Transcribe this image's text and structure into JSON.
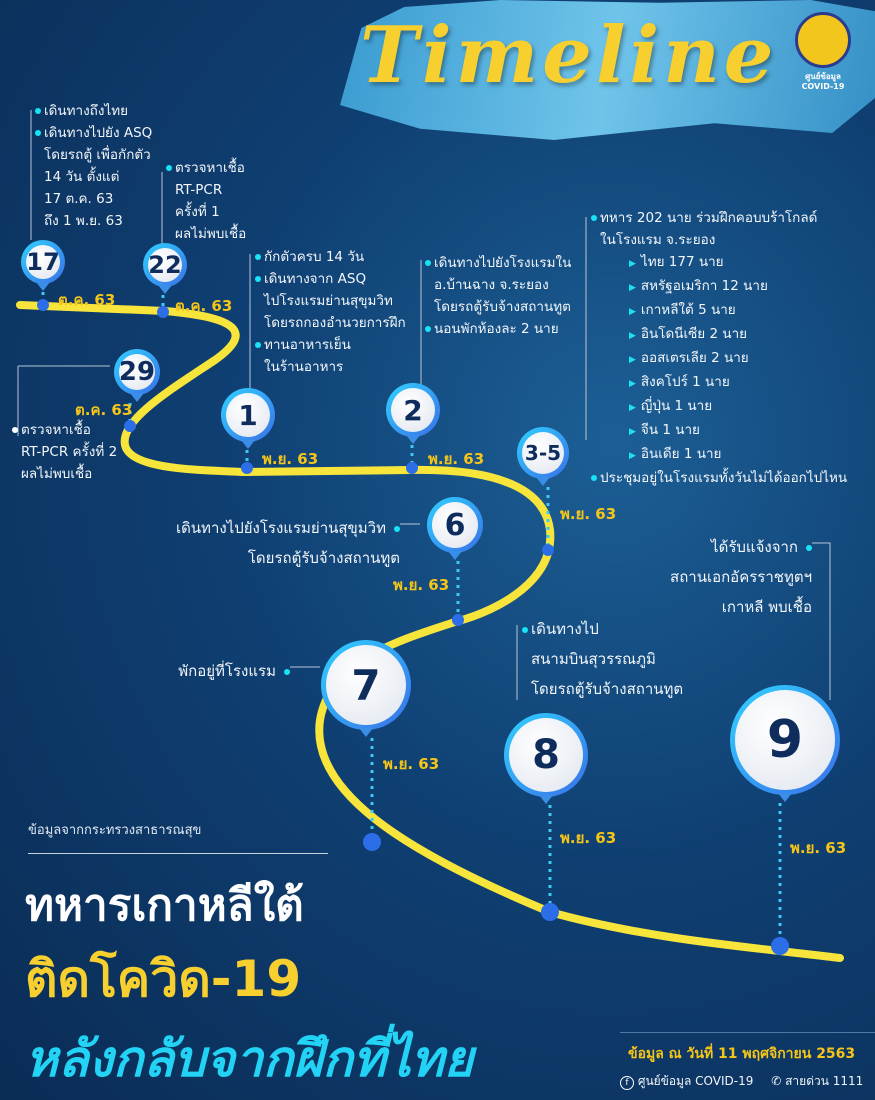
{
  "header": {
    "title": "Timeline",
    "logo_text": "ศูนย์ข้อมูล",
    "logo_sub": "COVID-19"
  },
  "colors": {
    "path": "#f7e53b",
    "date": "#f5c518",
    "accent": "#19e3f5",
    "background": "#0f3f72"
  },
  "events": [
    {
      "day": "17",
      "date": "ต.ค. 63",
      "notes": [
        "เดินทางถึงไทย",
        "เดินทางไปยัง ASQ",
        "โดยรถตู้ เพื่อกักตัว",
        "14 วัน ตั้งแต่",
        "17 ต.ค. 63",
        "ถึง 1 พ.ย. 63"
      ]
    },
    {
      "day": "22",
      "date": "ต.ค. 63",
      "notes": [
        "ตรวจหาเชื้อ",
        "RT-PCR",
        "ครั้งที่ 1",
        "ผลไม่พบเชื้อ"
      ]
    },
    {
      "day": "29",
      "date": "ต.ค. 63",
      "notes": [
        "ตรวจหาเชื้อ",
        "RT-PCR ครั้งที่ 2",
        "ผลไม่พบเชื้อ"
      ]
    },
    {
      "day": "1",
      "date": "พ.ย. 63",
      "notes": [
        "กักตัวครบ 14 วัน",
        "เดินทางจาก ASQ",
        "ไปโรงแรมย่านสุขุมวิท",
        "โดยรถกองอำนวยการฝึก",
        "ทานอาหารเย็น",
        "ในร้านอาหาร"
      ]
    },
    {
      "day": "2",
      "date": "พ.ย. 63",
      "notes": [
        "เดินทางไปยังโรงแรมใน",
        "อ.บ้านฉาง จ.ระยอง",
        "โดยรถตู้รับจ้างสถานทูต",
        "นอนพักห้องละ 2 นาย"
      ]
    },
    {
      "day": "3-5",
      "date": "พ.ย. 63",
      "notes": [
        "ทหาร 202 นาย ร่วมฝึกคอบบร้าโกลด์",
        "ในโรงแรม จ.ระยอง",
        "ประชุมอยู่ในโรงแรมทั้งวันไม่ได้ออกไปไหน"
      ],
      "breakdown": [
        "ไทย 177 นาย",
        "สหรัฐอเมริกา 12 นาย",
        "เกาหลีใต้ 5 นาย",
        "อินโดนีเซีย 2 นาย",
        "ออสเตรเลีย 2 นาย",
        "สิงคโปร์ 1 นาย",
        "ญี่ปุ่น 1 นาย",
        "จีน 1 นาย",
        "อินเดีย 1 นาย"
      ]
    },
    {
      "day": "6",
      "date": "พ.ย. 63",
      "notes": [
        "เดินทางไปยังโรงแรมย่านสุขุมวิท",
        "โดยรถตู้รับจ้างสถานทูต"
      ]
    },
    {
      "day": "7",
      "date": "พ.ย. 63",
      "notes": [
        "พักอยู่ที่โรงแรม"
      ]
    },
    {
      "day": "8",
      "date": "พ.ย. 63",
      "notes": [
        "เดินทางไป",
        "สนามบินสุวรรณภูมิ",
        "โดยรถตู้รับจ้างสถานทูต"
      ]
    },
    {
      "day": "9",
      "date": "พ.ย. 63",
      "notes": [
        "ได้รับแจ้งจาก",
        "สถานเอกอัครราชทูตฯ",
        "เกาหลี พบเชื้อ"
      ]
    }
  ],
  "footer": {
    "source": "ข้อมูลจากกระทรวงสาธารณสุข",
    "headline1": "ทหารเกาหลีใต้",
    "headline2": "ติดโควิด-19",
    "headline3": "หลังกลับจากฝึกที่ไทย",
    "as_of": "ข้อมูล ณ วันที่  11  พฤศจิกายน  2563",
    "facebook": "ศูนย์ข้อมูล COVID-19",
    "hotline": "สายด่วน 1111"
  }
}
